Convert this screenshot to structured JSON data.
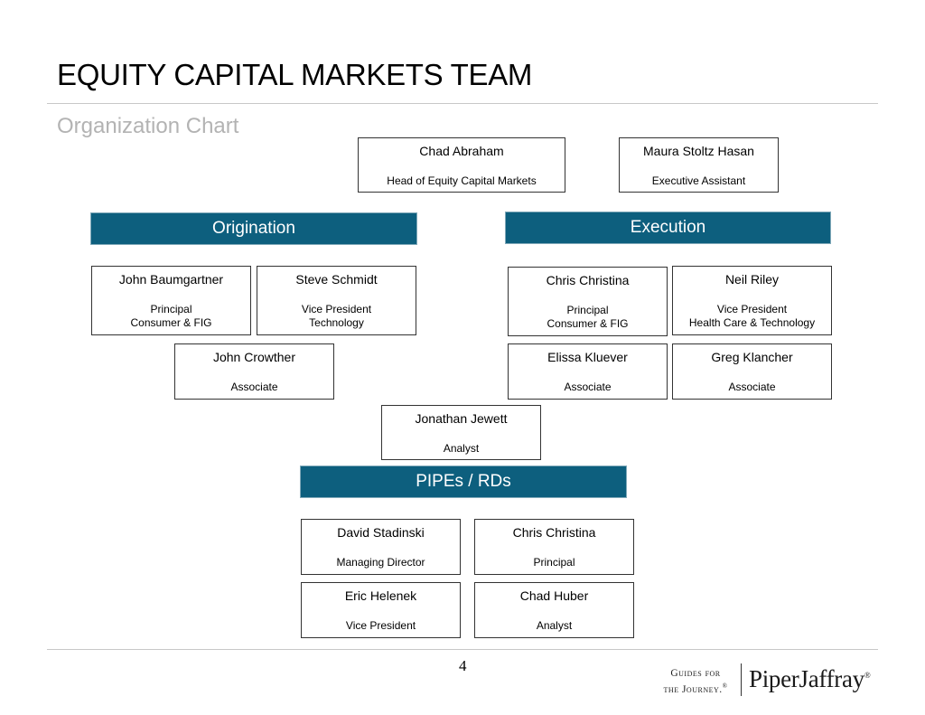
{
  "header": {
    "title": "EQUITY CAPITAL MARKETS TEAM",
    "subtitle": "Organization Chart"
  },
  "leadership": [
    {
      "name": "Chad Abraham",
      "role": [
        "Head of Equity Capital Markets"
      ]
    },
    {
      "name": "Maura Stoltz Hasan",
      "role": [
        "Executive Assistant"
      ]
    }
  ],
  "origination": {
    "label": "Origination",
    "members": [
      {
        "name": "John Baumgartner",
        "role": [
          "Principal",
          "Consumer & FIG"
        ]
      },
      {
        "name": "Steve Schmidt",
        "role": [
          "Vice President",
          "Technology"
        ]
      },
      {
        "name": "John Crowther",
        "role": [
          "Associate"
        ]
      }
    ]
  },
  "execution": {
    "label": "Execution",
    "members": [
      {
        "name": "Chris Christina",
        "role": [
          "Principal",
          "Consumer & FIG"
        ]
      },
      {
        "name": "Neil Riley",
        "role": [
          "Vice President",
          "Health Care & Technology"
        ]
      },
      {
        "name": "Elissa Kluever",
        "role": [
          "Associate"
        ]
      },
      {
        "name": "Greg Klancher",
        "role": [
          "Associate"
        ]
      }
    ]
  },
  "shared": [
    {
      "name": "Jonathan Jewett",
      "role": [
        "Analyst"
      ]
    }
  ],
  "pipes": {
    "label": "PIPEs / RDs",
    "members": [
      {
        "name": "David Stadinski",
        "role": [
          "Managing Director"
        ]
      },
      {
        "name": "Chris Christina",
        "role": [
          "Principal"
        ]
      },
      {
        "name": "Eric Helenek",
        "role": [
          "Vice President"
        ]
      },
      {
        "name": "Chad Huber",
        "role": [
          "Analyst"
        ]
      }
    ]
  },
  "footer": {
    "page_number": "4",
    "tagline_line1": "Guides for",
    "tagline_line2": "the Journey.",
    "tagline_mark": "®",
    "brand": "PiperJaffray",
    "brand_mark": "®"
  }
}
